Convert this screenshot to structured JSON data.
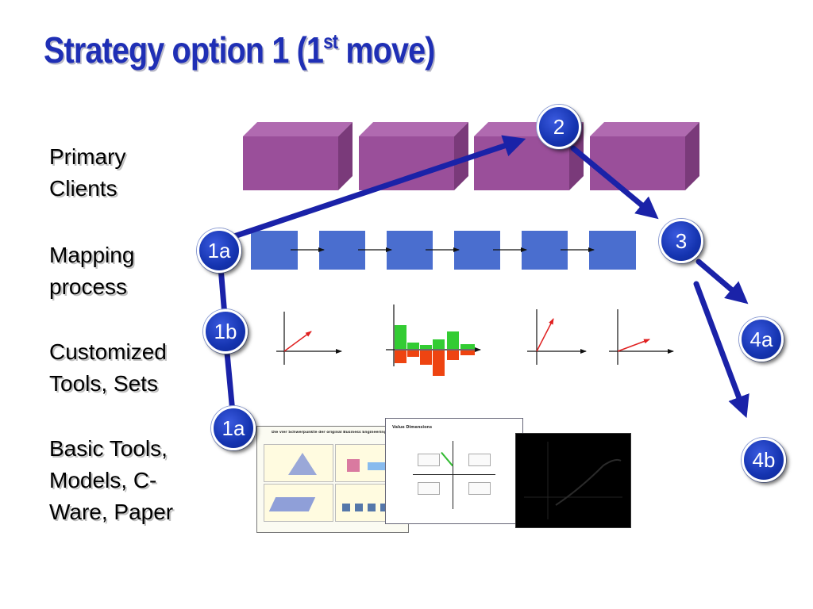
{
  "slide": {
    "title_main": "Strategy option 1 (1",
    "title_sup": "st",
    "title_end": " move)"
  },
  "levels": [
    {
      "lines": [
        "Primary",
        "Clients"
      ]
    },
    {
      "lines": [
        "Mapping",
        "process"
      ]
    },
    {
      "lines": [
        "Customized",
        "Tools, Sets"
      ]
    },
    {
      "lines": [
        "Basic Tools,",
        "Models, C-",
        "Ware, Paper"
      ]
    }
  ],
  "badges": {
    "b1a_top": "1a",
    "b1b": "1b",
    "b1a_bottom": "1a",
    "b2": "2",
    "b3": "3",
    "b4a": "4a",
    "b4b": "4b"
  },
  "thumbnails": {
    "doc1_title": "Die vier Schwerpunkte der original Business Engineering Systeme",
    "doc2_title": "Value Dimensions"
  },
  "colors": {
    "title": "#1f2fb5",
    "arrow": "#1a22a8",
    "client_box": "#9a4f9a",
    "process_box": "#4a6ecf",
    "bar_up": "#33cc33",
    "bar_down": "#ee4411"
  }
}
